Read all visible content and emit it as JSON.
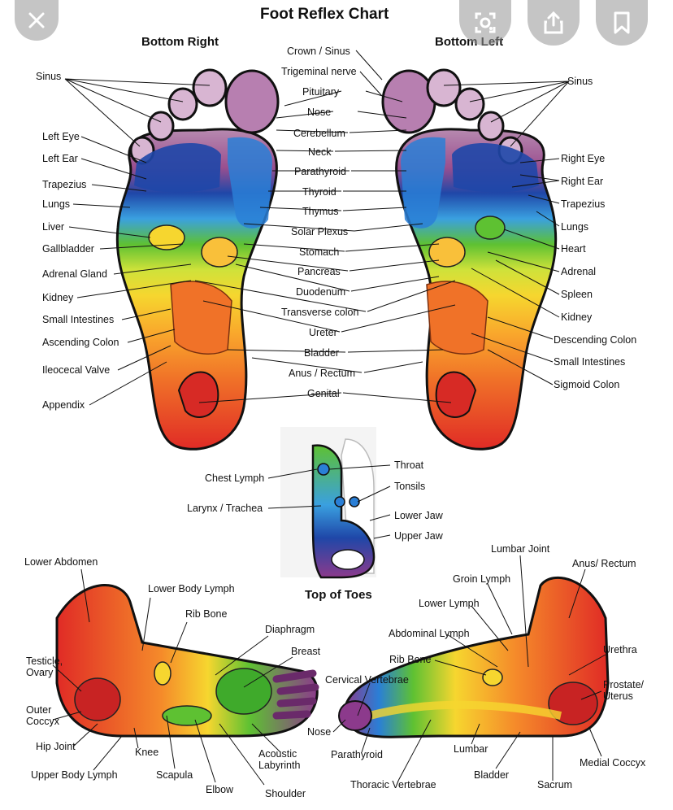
{
  "title": "Foot Reflex Chart",
  "headings": {
    "bottom_right": "Bottom Right",
    "bottom_left": "Bottom Left",
    "top_of_toes": "Top of Toes"
  },
  "center_labels": [
    "Crown / Sinus",
    "Trigeminal nerve",
    "Pituitary",
    "Nose",
    "Cerebellum",
    "Neck",
    "Parathyroid",
    "Thyroid",
    "Thymus",
    "Solar Plexus",
    "Stomach",
    "Pancreas",
    "Duodenum",
    "Transverse colon",
    "Ureter",
    "Bladder",
    "Anus / Rectum",
    "Genital"
  ],
  "left_labels": [
    "Sinus",
    "Left Eye",
    "Left Ear",
    "Trapezius",
    "Lungs",
    "Liver",
    "Gallbladder",
    "Adrenal Gland",
    "Kidney",
    "Small Intestines",
    "Ascending Colon",
    "Ileocecal Valve",
    "Appendix"
  ],
  "right_labels": [
    "Sinus",
    "Right Eye",
    "Right Ear",
    "Trapezius",
    "Lungs",
    "Heart",
    "Adrenal",
    "Spleen",
    "Kidney",
    "Descending Colon",
    "Small Intestines",
    "Sigmoid Colon"
  ],
  "toe_labels": [
    "Chest Lymph",
    "Larynx / Trachea",
    "Throat",
    "Tonsils",
    "Lower Jaw",
    "Upper Jaw"
  ],
  "outer_side_labels": [
    "Lower Abdomen",
    "Lower Body Lymph",
    "Rib Bone",
    "Diaphragm",
    "Breast",
    "Testicle, Ovary",
    "Outer Coccyx",
    "Hip Joint",
    "Knee",
    "Upper Body Lymph",
    "Scapula",
    "Elbow",
    "Acoustic Labyrinth",
    "Shoulder"
  ],
  "inner_side_labels": [
    "Lumbar Joint",
    "Anus/ Rectum",
    "Groin Lymph",
    "Lower Lymph",
    "Abdominal Lymph",
    "Urethra",
    "Rib Bone",
    "Cervical Vertebrae",
    "Prostate/ Uterus",
    "Nose",
    "Parathyroid",
    "Lumbar",
    "Bladder",
    "Medial Coccyx",
    "Thoracic Vertebrae",
    "Sacrum"
  ],
  "ui_icons": [
    "close-icon",
    "lens-search-icon",
    "share-icon",
    "bookmark-icon"
  ],
  "colors": {
    "red": "#e8352a",
    "orange": "#f58a2a",
    "yellow": "#f6d62f",
    "green": "#5ec132",
    "blue": "#2a7fd6",
    "navy": "#1c3d9b",
    "purple": "#8c3a8c",
    "overlay": "#8f8f8f"
  }
}
